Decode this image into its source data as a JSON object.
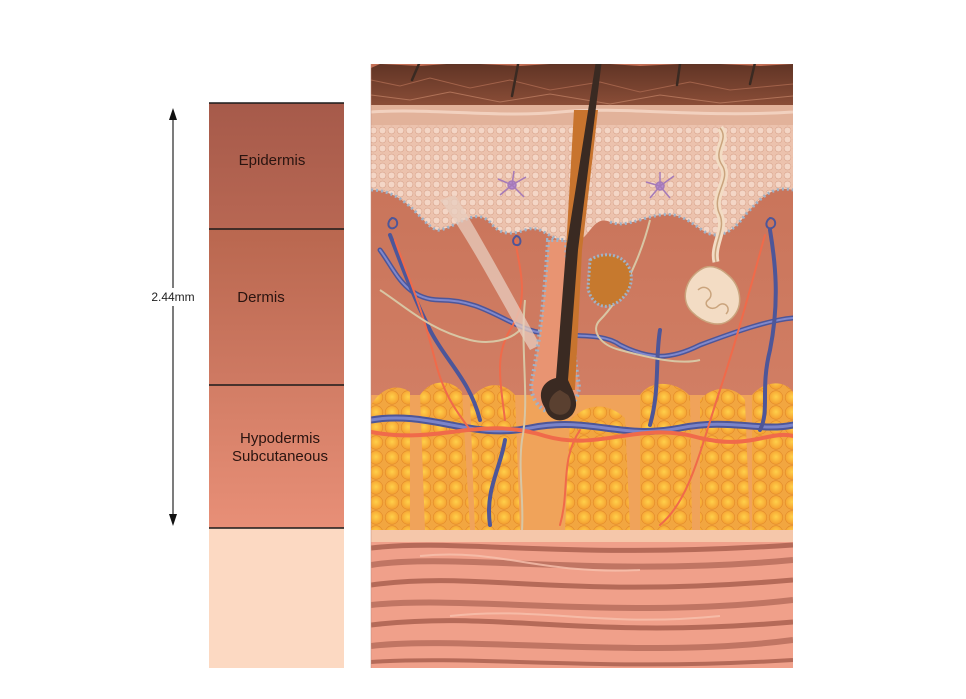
{
  "measurement": {
    "label": "2.44mm"
  },
  "layers": [
    {
      "id": "epidermis",
      "label": "Epidermis",
      "color": "#a9584a"
    },
    {
      "id": "dermis",
      "label": "Dermis",
      "color": "#c06c57"
    },
    {
      "id": "hypodermis",
      "label": "Hypodermis\nSubcutaneous",
      "color": "#de8670"
    },
    {
      "id": "muscle",
      "label": "",
      "color": "#fcd9c2"
    }
  ],
  "colors": {
    "skin_surface": "#6b3a2a",
    "stratum": "#e9b9a3",
    "dermis": "#cc7a62",
    "fat": "#f5a73a",
    "vein": "#5b63a8",
    "artery": "#f15a4a",
    "hair": "#3a2a22",
    "follicle": "#c8742e",
    "muscle_light": "#f3a88e",
    "muscle_dark": "#b97260",
    "nerve": "#d9c7a8"
  },
  "icons": [
    "hair-icon",
    "sweat-gland-icon",
    "melanocyte-icon"
  ]
}
